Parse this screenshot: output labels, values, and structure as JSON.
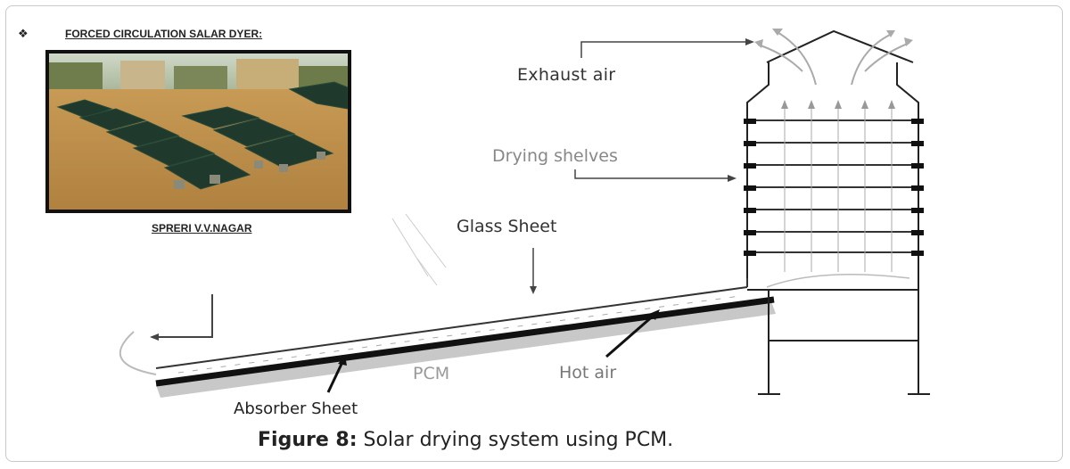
{
  "header": {
    "bullet": "❖",
    "title": "FORCED CIRCULATION SALAR DYER:"
  },
  "photo": {
    "caption": "SPRERI V.V.NAGAR"
  },
  "diagram": {
    "labels": {
      "exhaust": "Exhaust air",
      "shelves": "Drying shelves",
      "glass": "Glass Sheet",
      "pcm": "PCM",
      "hot_air": "Hot air",
      "absorber": "Absorber Sheet"
    }
  },
  "figure": {
    "label": "Figure 8:",
    "text": " Solar drying system using PCM."
  }
}
